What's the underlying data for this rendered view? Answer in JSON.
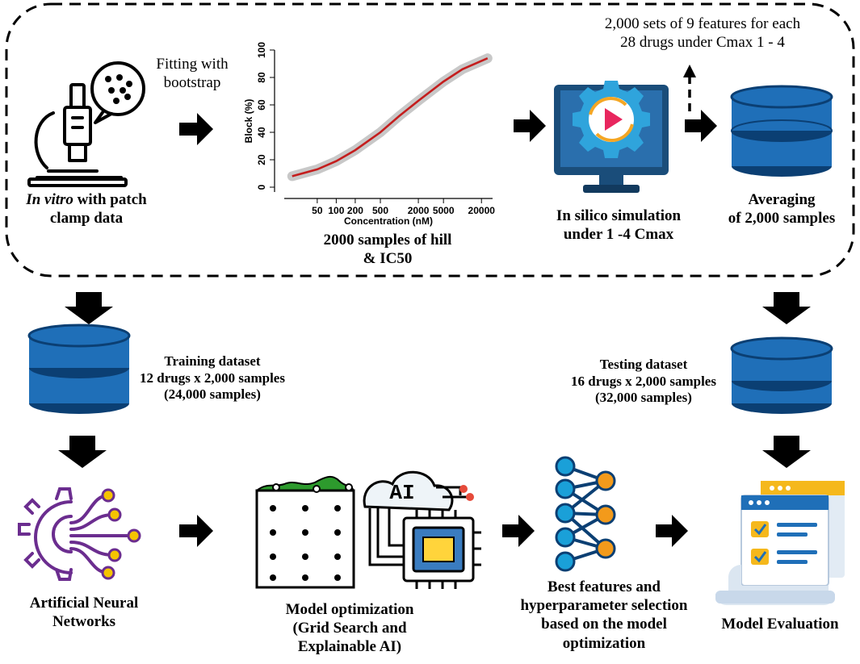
{
  "top": {
    "invitro_italic": "In vitro",
    "invitro_rest": " with patch",
    "invitro_line2": "clamp data",
    "fitting_line1": "Fitting with",
    "fitting_line2": "bootstrap",
    "hill_line1": "2000 samples of hill",
    "hill_line2": "& IC50",
    "insilico_line1": "In silico simulation",
    "insilico_line2": "under 1 -4 Cmax",
    "sets_line1": "2,000 sets of 9 features for each",
    "sets_line2": "28 drugs under Cmax 1 - 4",
    "avg_line1": "Averaging",
    "avg_line2": "of 2,000 samples"
  },
  "training": {
    "line1": "Training dataset",
    "line2": "12 drugs x 2,000 samples",
    "line3": "(24,000 samples)"
  },
  "testing": {
    "line1": "Testing dataset",
    "line2": "16 drugs x 2,000 samples",
    "line3": "(32,000 samples)"
  },
  "bottom": {
    "ann_line1": "Artificial Neural",
    "ann_line2": "Networks",
    "opt_line1": "Model optimization",
    "opt_line2": "(Grid Search and",
    "opt_line3": "Explainable AI)",
    "ai_text": "AI",
    "best_line1": "Best features and",
    "best_line2": "hyperparameter selection",
    "best_line3": "based on the model",
    "best_line4": "optimization",
    "eval": "Model Evaluation"
  },
  "chart_data": {
    "type": "line",
    "xlabel": "Concentration (nM)",
    "ylabel": "Block (%)",
    "x_scale": "log",
    "xticks": [
      "50",
      "100",
      "200",
      "500",
      "2000",
      "5000",
      "20000"
    ],
    "yticks": [
      "0",
      "20",
      "40",
      "60",
      "80",
      "100"
    ],
    "ylim": [
      0,
      100
    ],
    "x": [
      20,
      50,
      100,
      200,
      500,
      1000,
      2000,
      5000,
      10000,
      25000
    ],
    "y": [
      8,
      13,
      19,
      27,
      40,
      52,
      63,
      77,
      86,
      94
    ],
    "colors": {
      "line": "#c41e1e",
      "band": "#c8c8c8"
    }
  },
  "colors": {
    "db_blue": "#1f6fb8",
    "db_dark": "#0b3f73",
    "ann_purple": "#6b2d8f",
    "ann_yellow": "#f5c400",
    "nn_blue": "#1aa0d8",
    "nn_orange": "#f39a1b"
  }
}
